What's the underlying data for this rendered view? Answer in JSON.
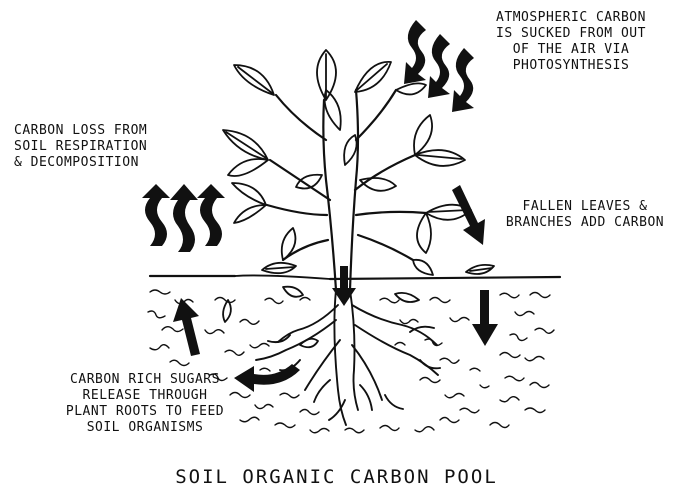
{
  "title": "SOIL ORGANIC CARBON POOL",
  "labels": {
    "atmospheric": [
      "ATMOSPHERIC CARBON",
      "IS SUCKED FROM OUT",
      "OF THE AIR VIA",
      "PHOTOSYNTHESIS"
    ],
    "loss": [
      "CARBON LOSS FROM",
      "SOIL RESPIRATION",
      "& DECOMPOSITION"
    ],
    "fallen": [
      "FALLEN LEAVES &",
      "BRANCHES ADD CARBON"
    ],
    "sugars": [
      "CARBON RICH SUGARS",
      "RELEASE THROUGH",
      "PLANT ROOTS TO FEED",
      "SOIL ORGANISMS"
    ]
  },
  "colors": {
    "ink": "#111111",
    "background": "#ffffff"
  }
}
